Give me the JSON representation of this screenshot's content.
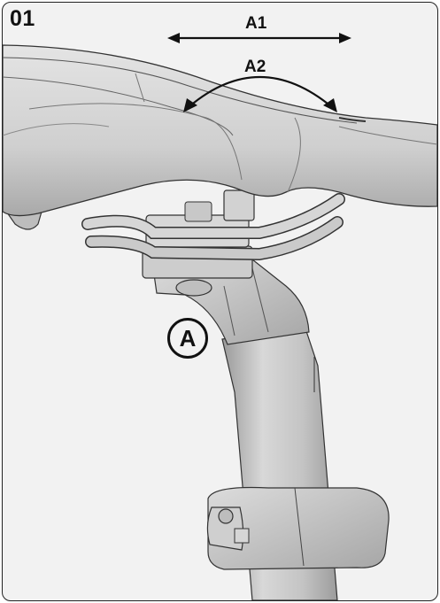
{
  "figure": {
    "step_number": "01",
    "arrows": {
      "a1_label": "A1",
      "a2_label": "A2"
    },
    "callout": {
      "letter": "A"
    },
    "colors": {
      "frame": "#222222",
      "ink": "#111111",
      "metal_light": "#d9d9d9",
      "metal_mid": "#bdbdbd",
      "metal_dark": "#8f8f8f",
      "background": "#f2f2f2"
    }
  }
}
